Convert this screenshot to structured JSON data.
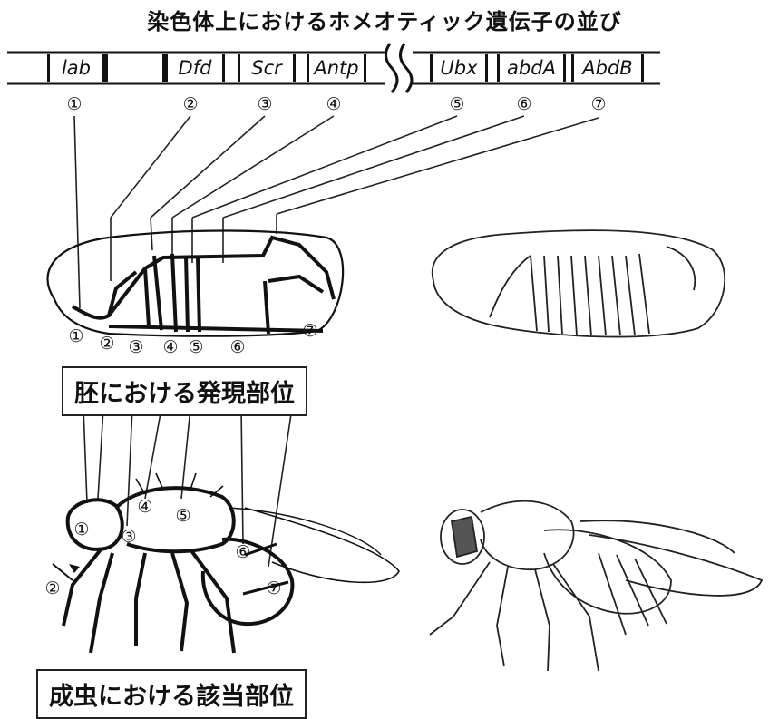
{
  "title": "染色体上におけるホメオティック遺伝子の並び",
  "genes": [
    "lab",
    "",
    "Dfd",
    "Scr",
    "Antp",
    "Ubx",
    "abdA",
    "AbdB"
  ],
  "gene_numbers": [
    "①",
    "②",
    "③",
    "④",
    "⑤",
    "⑥",
    "⑦"
  ],
  "embryo_numbers": [
    "①",
    "②",
    "③",
    "④",
    "⑤",
    "⑥",
    "⑦"
  ],
  "adult_numbers": [
    "①",
    "②",
    "③",
    "④",
    "⑤",
    "⑥",
    "⑦"
  ],
  "caption_embryo": "胚における発現部位",
  "caption_adult": "成虫における該当部位"
}
